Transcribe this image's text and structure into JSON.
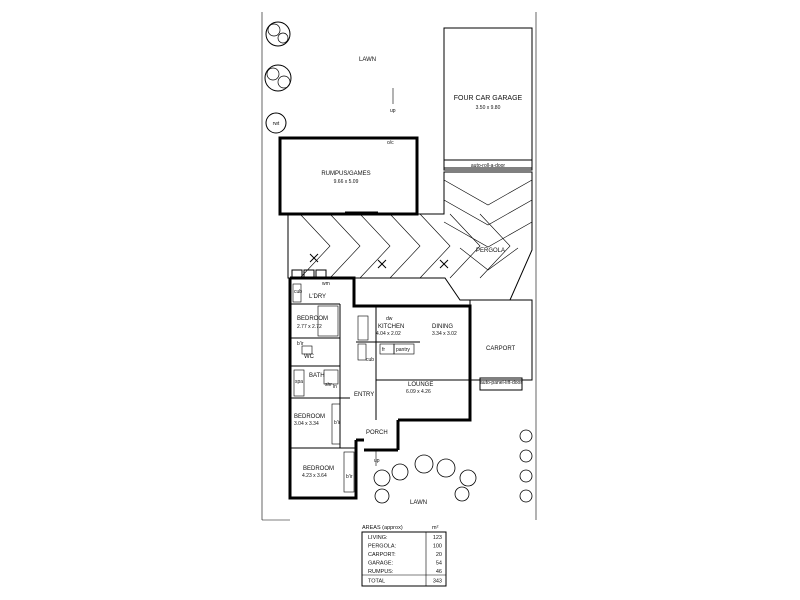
{
  "site": {
    "lawn_top": "LAWN",
    "lawn_bottom": "LAWN",
    "rwt": "rwt",
    "up_top": "up",
    "up_bottom": "up",
    "oc": "o/c"
  },
  "rooms": {
    "garage": {
      "name": "FOUR CAR GARAGE",
      "dims": "3.50 x 9.80",
      "door": "auto-roll-a-door"
    },
    "rumpus": {
      "name": "RUMPUS/GAMES",
      "dims": "9.66 x 5.09"
    },
    "pergola": {
      "name": "PERGOLA"
    },
    "carport": {
      "name": "CARPORT",
      "door": "auto-panel-lift-door"
    },
    "laundry": {
      "name": "L'DRY",
      "cub": "cub",
      "wm": "wm"
    },
    "bedroom1": {
      "name": "BEDROOM",
      "dims": "2.77 x 2.72"
    },
    "kitchen": {
      "name": "KITCHEN",
      "dims": "4.04 x 2.02",
      "dw": "dw"
    },
    "dining": {
      "name": "DINING",
      "dims": "3.34 x 3.02"
    },
    "wc": {
      "name": "WC"
    },
    "bath": {
      "name": "BATH",
      "shr": "shr",
      "spa": "spa"
    },
    "lounge": {
      "name": "LOUNGE",
      "dims": "6.09 x 4.26"
    },
    "entry": {
      "name": "ENTRY"
    },
    "bedroom2": {
      "name": "BEDROOM",
      "dims": "3.04 x 3.34"
    },
    "porch": {
      "name": "PORCH"
    },
    "bedroom3": {
      "name": "BEDROOM",
      "dims": "4.23 x 3.64"
    },
    "fittings": {
      "bir1": "b'ir",
      "bir2": "b'ir",
      "bir3": "b'ir",
      "ln": "ln",
      "pantry": "pantry",
      "cub": "cub",
      "fr": "fr"
    }
  },
  "areas": {
    "title": "AREAS (approx)",
    "unit": "m²",
    "rows": [
      {
        "label": "LIVING:",
        "value": "123"
      },
      {
        "label": "PERGOLA:",
        "value": "100"
      },
      {
        "label": "CARPORT:",
        "value": "20"
      },
      {
        "label": "GARAGE:",
        "value": "54"
      },
      {
        "label": "RUMPUS:",
        "value": "46"
      },
      {
        "label": "TOTAL",
        "value": "343"
      }
    ]
  }
}
